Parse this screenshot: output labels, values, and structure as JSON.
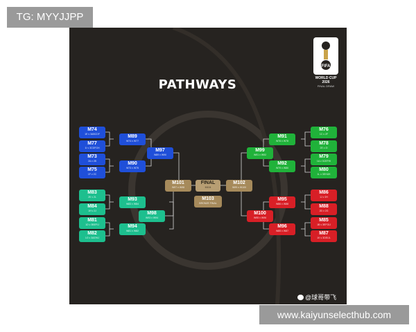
{
  "watermark_tag": "TG: MYYJJPP",
  "site_label": "www.kaiyunselecthub.com",
  "poster": {
    "title": "PATHWAYS",
    "logo": {
      "worldcup": "WORLD CUP",
      "year": "2026",
      "fifa": "FIFA",
      "sub": "FINAL DRAW"
    },
    "weibo": "@球哥带飞",
    "colors": {
      "blue": "#1f4fd9",
      "teal": "#1dbf8e",
      "green": "#20b23a",
      "red": "#d81f26",
      "gold": "#a68a5b"
    },
    "matches": {
      "m74": {
        "code": "M74",
        "sub": "1E v 3ABCDF"
      },
      "m77": {
        "code": "M77",
        "sub": "1I v 3CDFGH"
      },
      "m73": {
        "code": "M73",
        "sub": "2A v 2B"
      },
      "m75": {
        "code": "M75",
        "sub": "1F v 2C"
      },
      "m83": {
        "code": "M83",
        "sub": "2K v 2L"
      },
      "m84": {
        "code": "M84",
        "sub": "1H v 2J"
      },
      "m81": {
        "code": "M81",
        "sub": "1D v 3BEFIJ"
      },
      "m82": {
        "code": "M82",
        "sub": "1G v 3AEHIJ"
      },
      "m89": {
        "code": "M89",
        "sub": "W74 v W77"
      },
      "m90": {
        "code": "M90",
        "sub": "W73 v W75"
      },
      "m93": {
        "code": "M93",
        "sub": "W83 v W84"
      },
      "m94": {
        "code": "M94",
        "sub": "W81 v W82"
      },
      "m97": {
        "code": "M97",
        "sub": "W89 v W90"
      },
      "m98": {
        "code": "M98",
        "sub": "W93 v W94"
      },
      "m101": {
        "code": "M101",
        "sub": "W97 v W98"
      },
      "final": {
        "code": "FINAL",
        "sub": "M104"
      },
      "m103": {
        "code": "M103",
        "sub": "BRONZE FINAL"
      },
      "m102": {
        "code": "M102",
        "sub": "W99 v W100"
      },
      "m99": {
        "code": "M99",
        "sub": "W91 v W92"
      },
      "m100": {
        "code": "M100",
        "sub": "W95 v W96"
      },
      "m91": {
        "code": "M91",
        "sub": "W76 v W78"
      },
      "m92": {
        "code": "M92",
        "sub": "W79 v W80"
      },
      "m95": {
        "code": "M95",
        "sub": "W86 v W88"
      },
      "m96": {
        "code": "M96",
        "sub": "W85 v W87"
      },
      "m76": {
        "code": "M76",
        "sub": "1C v 2F"
      },
      "m78": {
        "code": "M78",
        "sub": "2E v 2I"
      },
      "m79": {
        "code": "M79",
        "sub": "1A v 3CEFHI"
      },
      "m80": {
        "code": "M80",
        "sub": "1L v 3EHIJK"
      },
      "m86": {
        "code": "M86",
        "sub": "1J v 2H"
      },
      "m88": {
        "code": "M88",
        "sub": "2D v 2G"
      },
      "m85": {
        "code": "M85",
        "sub": "1B v 3EFGIJ"
      },
      "m87": {
        "code": "M87",
        "sub": "1K v 3DEIJL"
      }
    }
  }
}
